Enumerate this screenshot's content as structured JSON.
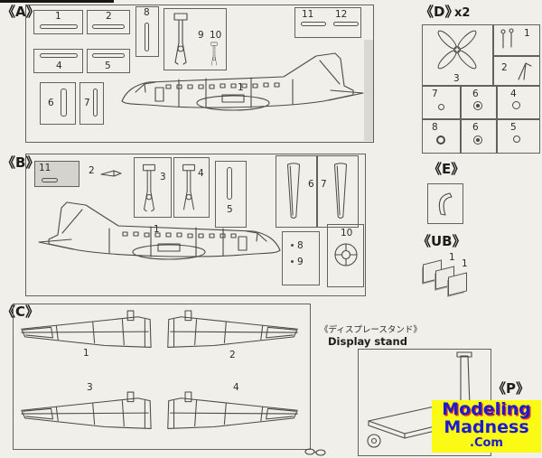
{
  "page": {
    "bg": "#f0efea",
    "ink": "#4b4b46"
  },
  "sections": {
    "a": {
      "label": "《A》",
      "fuselage_label": "1",
      "boxes": {
        "p1": "1",
        "p2": "2",
        "p4": "4",
        "p5": "5",
        "p6": "6",
        "p7": "7",
        "p8": "8",
        "p9": "9",
        "p10": "10",
        "p11": "11",
        "p12": "12"
      }
    },
    "b": {
      "label": "《B》",
      "fuselage_label": "1",
      "parts": {
        "p2": "2",
        "p3": "3",
        "p4": "4",
        "p5": "5",
        "p6": "6",
        "p7": "7",
        "p8": "8",
        "p9": "9",
        "p10": "10",
        "p11": "11"
      }
    },
    "c": {
      "label": "《C》",
      "wings": {
        "w1": "1",
        "w2": "2",
        "w3": "3",
        "w4": "4"
      }
    },
    "d": {
      "label": "《D》",
      "multiplier": "x2",
      "cells": {
        "c1": "1",
        "c2": "2",
        "c3": "3",
        "c4": "4",
        "c5": "5",
        "c6a": "6",
        "c6b": "6",
        "c7": "7",
        "c8": "8"
      }
    },
    "e": {
      "label": "《E》"
    },
    "ub": {
      "label": "《UB》",
      "plates": [
        "1",
        "1"
      ]
    },
    "p": {
      "label": "《P》"
    },
    "stand": {
      "label_jp": "《ディスプレースタンド》",
      "label_en": "Display stand"
    }
  },
  "watermark": {
    "line1": "Modeling",
    "line2": "Madness",
    "line3": ".Com",
    "text_color": "#1b1bd0",
    "bg_color": "#fafa14",
    "accent_color": "#e03030"
  }
}
